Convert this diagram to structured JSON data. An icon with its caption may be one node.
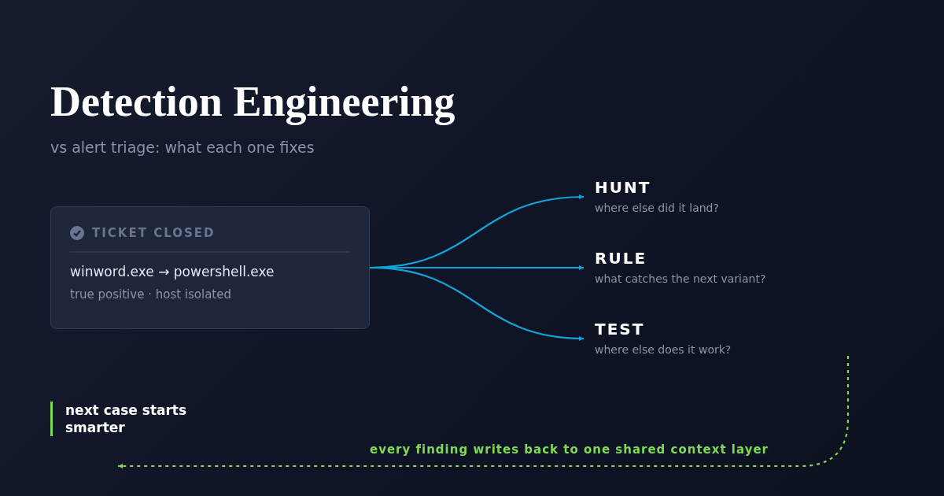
{
  "diagram": {
    "title": "Detection Engineering",
    "nodes": [
      {
        "text": [
          "TICKET CLOSED",
          "winword.exe → powershell.exe",
          "true positive · host isolated"
        ]
      },
      {
        "text": [
          "HUNT",
          "where else did it land?"
        ]
      },
      {
        "text": [
          "RULE",
          "what catches the next variant?"
        ]
      },
      {
        "text": [
          "TEST",
          "where else does it work?"
        ]
      },
      {
        "text": [
          "next case starts smarter"
        ]
      }
    ],
    "edges": [
      {
        "from": 0,
        "to": 1,
        "arrow": "to"
      },
      {
        "from": 0,
        "to": 2,
        "arrow": "to"
      },
      {
        "from": 0,
        "to": 3,
        "arrow": "to"
      },
      {
        "from": null,
        "to": 4,
        "arrow": "to",
        "label": "every finding writes back to one shared context layer",
        "style": "dashed",
        "color": "#7ed957"
      }
    ],
    "labels": [
      "vs alert triage: what each one fixes"
    ]
  }
}
